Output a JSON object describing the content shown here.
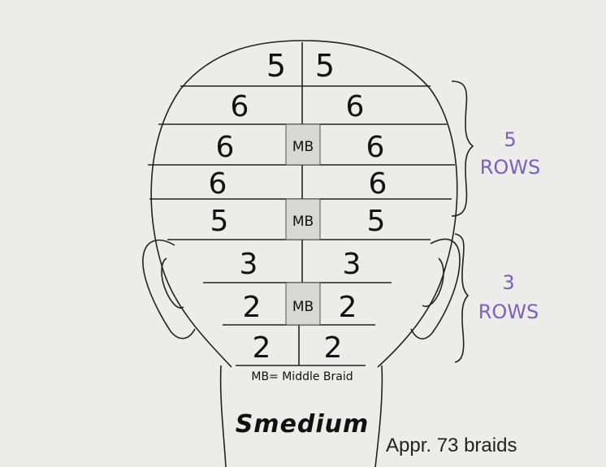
{
  "head_rows": [
    {
      "left": "5",
      "right": "5",
      "middle": ""
    },
    {
      "left": "6",
      "right": "6",
      "middle": ""
    },
    {
      "left": "6",
      "right": "6",
      "middle": "MB"
    },
    {
      "left": "6",
      "right": "6",
      "middle": ""
    },
    {
      "left": "5",
      "right": "5",
      "middle": "MB"
    },
    {
      "left": "3",
      "right": "3",
      "middle": ""
    },
    {
      "left": "2",
      "right": "2",
      "middle": "MB"
    },
    {
      "left": "2",
      "right": "2",
      "middle": ""
    }
  ],
  "groups": [
    {
      "count": "5",
      "unit": "ROWS"
    },
    {
      "count": "3",
      "unit": "ROWS"
    }
  ],
  "legend": "MB= Middle Braid",
  "style_name": "Smedium",
  "braid_count": "Appr. 73 braids",
  "accent_color": "#7b61b8"
}
